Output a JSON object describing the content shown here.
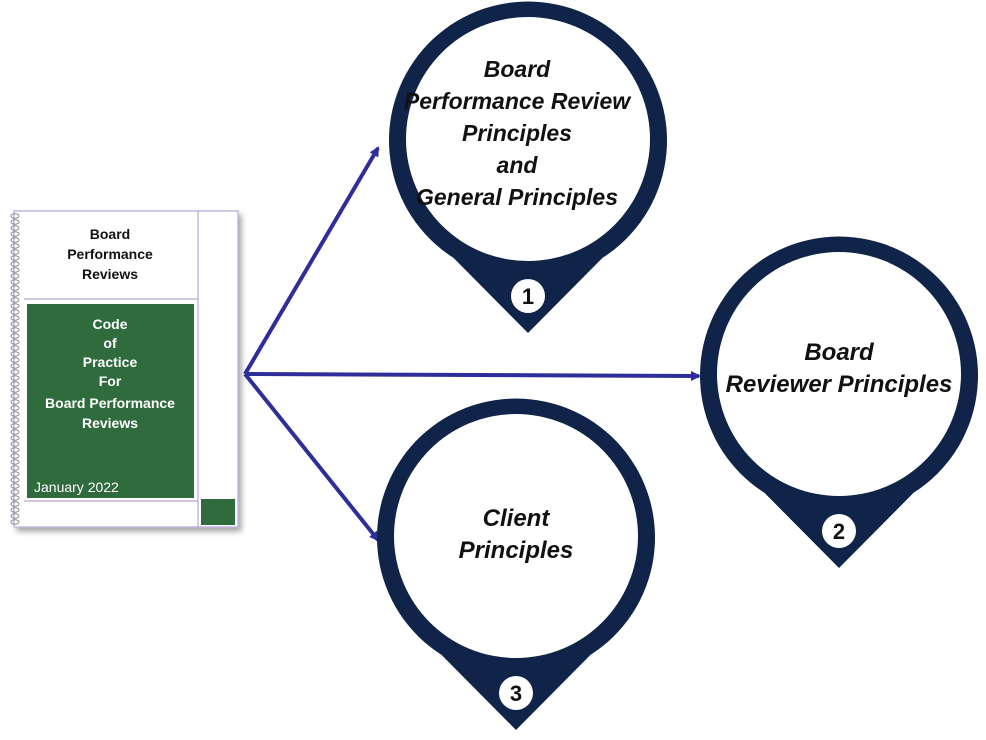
{
  "colors": {
    "pin_navy": "#0f2448",
    "arrow_blue": "#2e2e9a",
    "cover_green": "#2f6b3c",
    "doc_border": "#b6a6d6"
  },
  "document": {
    "title_lines": [
      "Board",
      "Performance",
      "Reviews"
    ],
    "cover_lines": [
      "Code",
      "of",
      "Practice",
      "For",
      "Board Performance",
      "Reviews"
    ],
    "date": "January 2022"
  },
  "pins": [
    {
      "number": "1",
      "label_lines": [
        "Board",
        "Performance Review",
        "Principles",
        "and",
        "General Principles"
      ]
    },
    {
      "number": "2",
      "label_lines": [
        "Board",
        "Reviewer Principles"
      ]
    },
    {
      "number": "3",
      "label_lines": [
        "Client",
        "Principles"
      ]
    }
  ]
}
